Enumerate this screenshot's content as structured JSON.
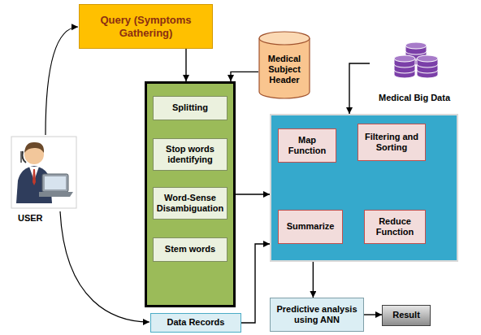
{
  "diagram": {
    "nodes": [
      {
        "text": [
          "Query (Symptoms Gathering)"
        ]
      },
      {
        "text": [
          "Medical Subject Header"
        ]
      },
      {
        "text": [
          "Medical Big Data"
        ]
      },
      {
        "text": []
      },
      {
        "text": [
          "Splitting"
        ],
        "in": 3
      },
      {
        "text": [
          "Stop words identifying"
        ],
        "in": 3
      },
      {
        "text": [
          "Word-Sense Disambiguation"
        ],
        "in": 3
      },
      {
        "text": [
          "Stem words"
        ],
        "in": 3
      },
      {
        "text": []
      },
      {
        "text": [
          "Map Function"
        ],
        "in": 8
      },
      {
        "text": [
          "Filtering and Sorting"
        ],
        "in": 8
      },
      {
        "text": [
          "Summarize"
        ],
        "in": 8
      },
      {
        "text": [
          "Reduce Function"
        ],
        "in": 8
      },
      {
        "text": [
          "Data Records"
        ]
      },
      {
        "text": [
          "Predictive analysis using ANN"
        ]
      },
      {
        "text": [
          "Result"
        ]
      }
    ],
    "edges": [
      {
        "from": 0,
        "to": 3,
        "arrow": "to"
      },
      {
        "from": 1,
        "to": 3,
        "arrow": "to"
      },
      {
        "from": 3,
        "to": 8,
        "arrow": "to"
      },
      {
        "from": 2,
        "to": 8,
        "arrow": "to"
      },
      {
        "from": 9,
        "to": 10,
        "arrow": "to"
      },
      {
        "from": 10,
        "to": 12,
        "arrow": "to"
      },
      {
        "from": 12,
        "to": 11,
        "arrow": "to"
      },
      {
        "from": 13,
        "to": 8,
        "arrow": "to"
      },
      {
        "from": 8,
        "to": 14,
        "arrow": "to"
      },
      {
        "from": 14,
        "to": 15,
        "arrow": "to"
      }
    ],
    "labels": [
      "USER"
    ]
  }
}
